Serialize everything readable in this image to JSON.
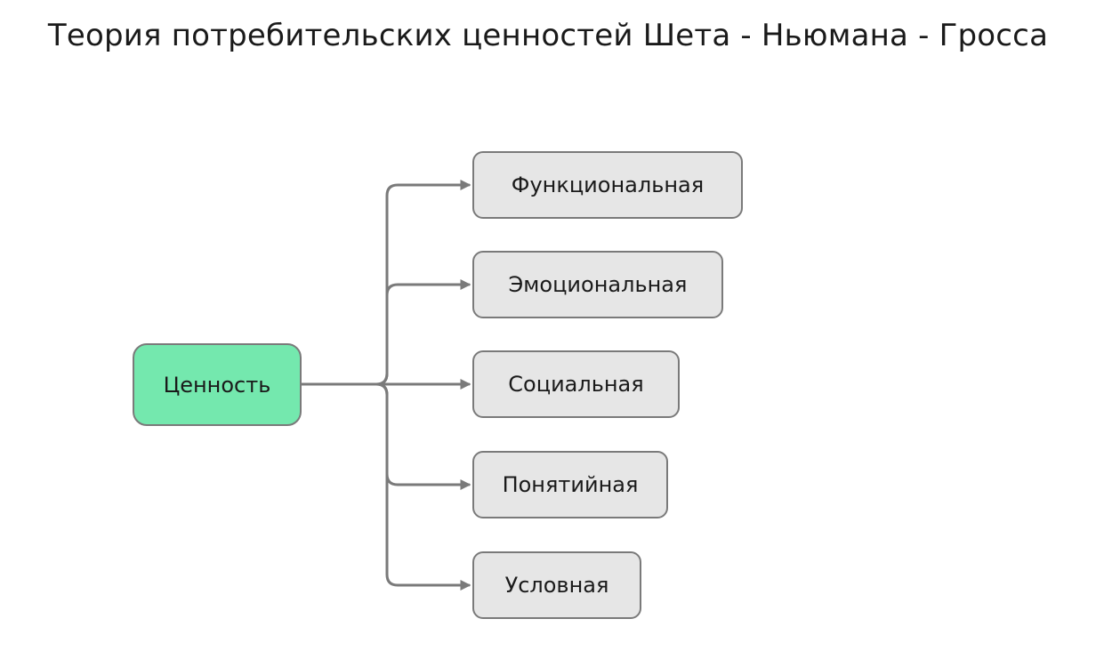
{
  "title": "Теория потребительских ценностей  Шета - Ньюмана - Гросса",
  "colors": {
    "root_fill": "#74e8ae",
    "node_fill": "#e6e6e6",
    "stroke": "#7a7a7a"
  },
  "root": {
    "label": "Ценность"
  },
  "children": [
    {
      "label": "Функциональная"
    },
    {
      "label": "Эмоциональная"
    },
    {
      "label": "Социальная"
    },
    {
      "label": "Понятийная"
    },
    {
      "label": "Условная"
    }
  ]
}
